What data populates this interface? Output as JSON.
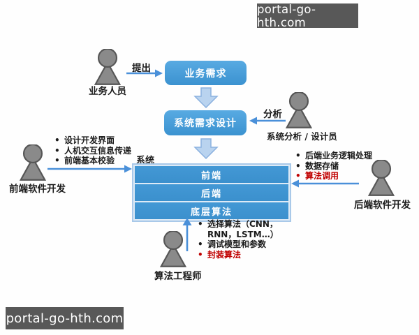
{
  "watermark": {
    "top_right": "portal-go-hth.com",
    "bottom_left": "portal-go-hth.com"
  },
  "diagram": {
    "actors": {
      "business": "业务人员",
      "analyst": "系统分析 / 设计员",
      "frontend_dev": "前端软件开发",
      "backend_dev": "后端软件开发",
      "algorithm_engineer": "算法工程师"
    },
    "edges": {
      "propose": "提出",
      "analyze": "分析"
    },
    "boxes": {
      "business_requirement": "业务需求",
      "system_requirement_design": "系统需求设计"
    },
    "system": {
      "label": "系统",
      "layers": [
        "前端",
        "后端",
        "底层算法"
      ]
    },
    "notes": {
      "frontend": [
        "设计开发界面",
        "人机交互信息传递",
        "前端基本校验"
      ],
      "backend": [
        {
          "text": "后端业务逻辑处理",
          "emphasis": false
        },
        {
          "text": "数据存储",
          "emphasis": false
        },
        {
          "text": "算法调用",
          "emphasis": true
        }
      ],
      "algorithm": [
        {
          "text": "选择算法（CNN，RNN，LSTM…）",
          "emphasis": false
        },
        {
          "text": "调试模型和参数",
          "emphasis": false
        },
        {
          "text": "封装算法",
          "emphasis": true
        }
      ]
    },
    "colors": {
      "box_blue": "#3e96d3",
      "arrow_blue": "#4a90d9",
      "block_arrow_fill": "#b9d3ef",
      "block_arrow_stroke": "#8ab1df",
      "person_gray": "#8a8a8a",
      "emphasis_red": "#c00000",
      "watermark_bg": "#585858"
    }
  }
}
